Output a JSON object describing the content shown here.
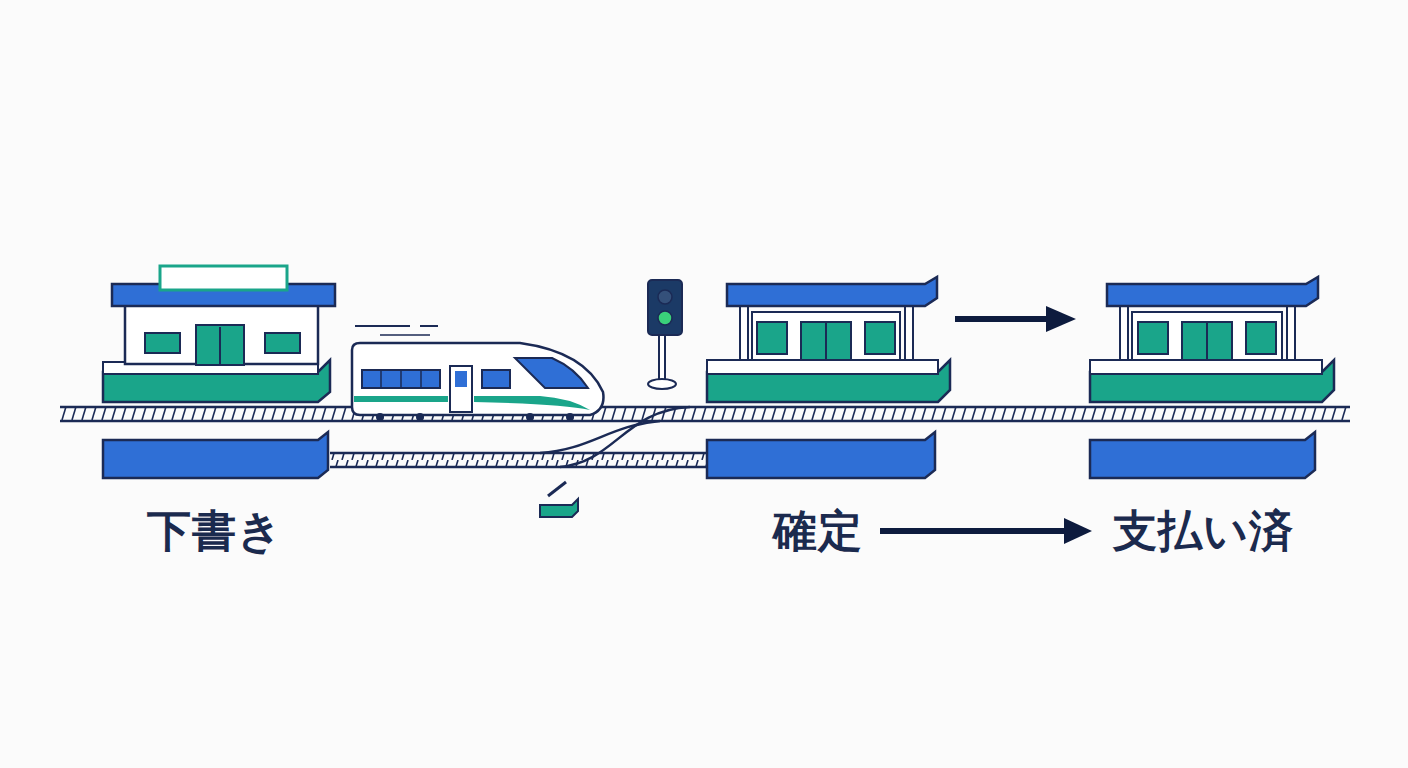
{
  "diagram": {
    "nodes": [
      {
        "text": [
          "下書き"
        ]
      },
      {
        "text": [
          "確定"
        ]
      },
      {
        "text": [
          "支払い済"
        ]
      }
    ],
    "edges": [
      {
        "from": 1,
        "to": 2,
        "arrow": "to"
      }
    ]
  }
}
